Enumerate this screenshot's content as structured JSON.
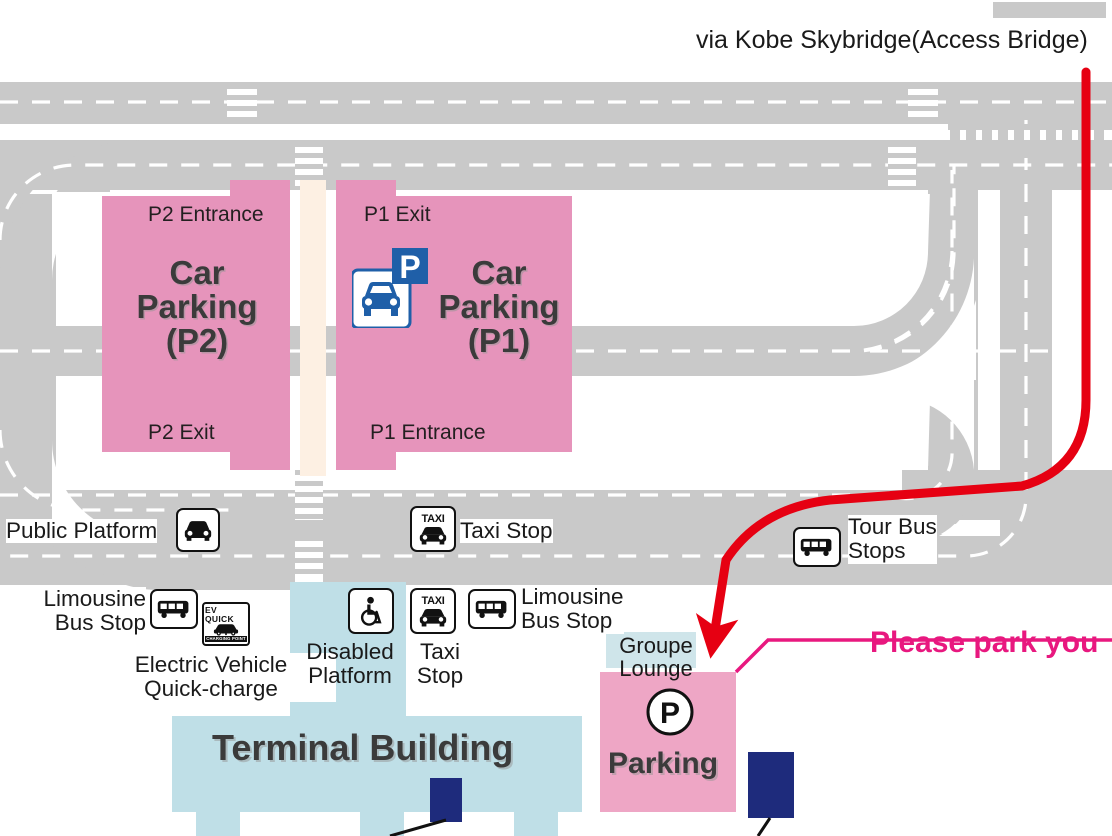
{
  "map": {
    "title_access": "via Kobe Skybridge(Access Bridge)",
    "colors": {
      "parking_pink": "#e694bb",
      "parking_pink_light": "#eea6c5",
      "terminal_blue": "#bfdfe7",
      "road_gray": "#c9c9c9",
      "divider_cream": "#fdf0e3",
      "route_red": "#e60012",
      "callout_magenta": "#e8187f",
      "sign_blue": "#1f5fa8",
      "gate_navy": "#1e2b7c",
      "text_dark": "#3b3b3b"
    },
    "parking_p2": {
      "entrance": "P2 Entrance",
      "exit": "P2 Exit",
      "title_line1": "Car",
      "title_line2": "Parking",
      "title_line3": "(P2)"
    },
    "parking_p1": {
      "exit": "P1 Exit",
      "entrance": "P1 Entrance",
      "title_line1": "Car",
      "title_line2": "Parking",
      "title_line3": "(P1)",
      "sign_letter": "P"
    },
    "stops": [
      {
        "id": "public-platform",
        "label": "Public Platform",
        "icon": "car-icon"
      },
      {
        "id": "taxi-stop-upper",
        "label": "Taxi Stop",
        "icon": "taxi-icon",
        "icon_text": "TAXI"
      },
      {
        "id": "tour-bus-stops",
        "label_line1": "Tour Bus",
        "label_line2": "Stops",
        "icon": "bus-icon"
      },
      {
        "id": "limousine-bus-stop-left",
        "label_line1": "Limousine",
        "label_line2": "Bus Stop",
        "icon": "bus-icon"
      },
      {
        "id": "ev-quick-charge",
        "label_line1": "Electric Vehicle",
        "label_line2": "Quick-charge",
        "icon": "ev-charge-icon",
        "icon_top": "EV QUICK",
        "icon_bottom": "CHARGING POINT"
      },
      {
        "id": "disabled-platform",
        "label_line1": "Disabled",
        "label_line2": "Platform",
        "icon": "wheelchair-icon"
      },
      {
        "id": "taxi-stop-lower",
        "label_line1": "Taxi",
        "label_line2": "Stop",
        "icon": "taxi-icon",
        "icon_text": "TAXI"
      },
      {
        "id": "limousine-bus-stop-right",
        "label_line1": "Limousine",
        "label_line2": "Bus Stop",
        "icon": "bus-icon"
      }
    ],
    "terminal": {
      "label": "Terminal Building"
    },
    "groupe_lounge": {
      "line1": "Groupe",
      "line2": "Lounge"
    },
    "bottom_parking": {
      "label": "Parking",
      "sign_letter": "P"
    },
    "callout": {
      "text": "Please park you"
    }
  }
}
